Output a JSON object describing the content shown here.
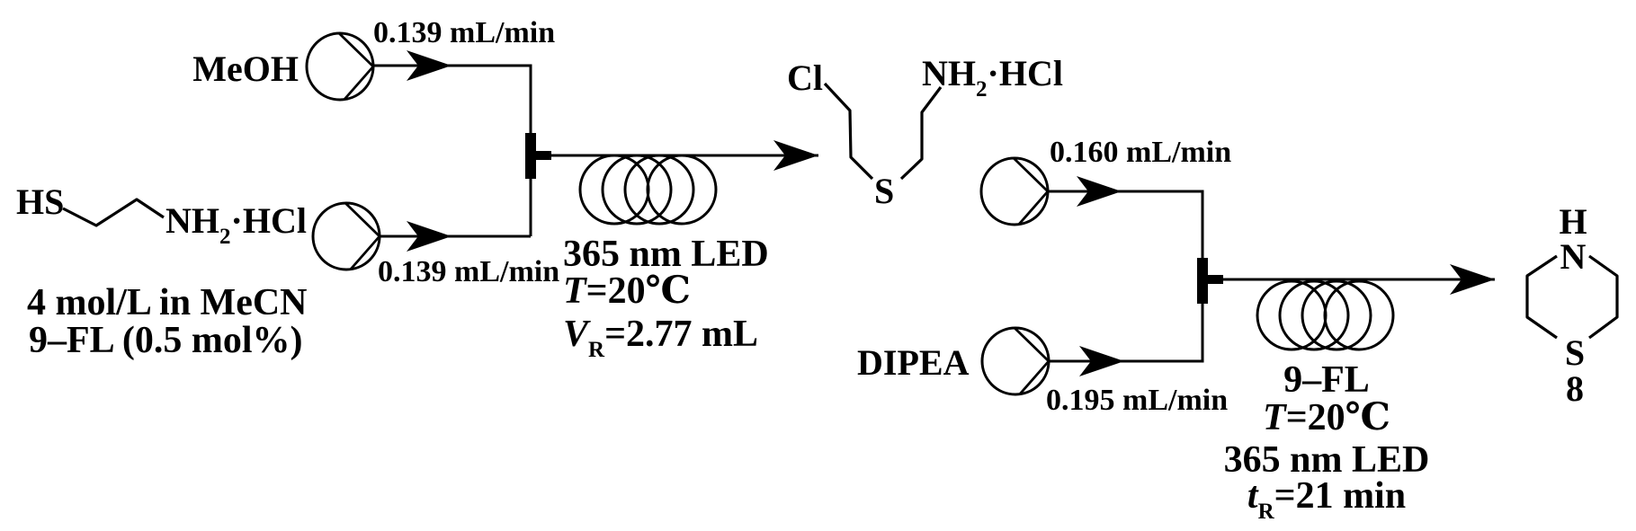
{
  "figure": {
    "type": "continuous-flow-synthesis-scheme",
    "ink_color": "#000000",
    "background_color": "#ffffff"
  },
  "stage1": {
    "feed_top": {
      "label": "MeOH",
      "flow_rate": "0.139 mL/min"
    },
    "feed_bottom": {
      "structure": {
        "thiol_group": "HS",
        "amine_base": "NH",
        "amine_sub": "2",
        "amine_salt": "·HCl"
      },
      "note_line1": "4 mol/L in MeCN",
      "note_line2": "9–FL (0.5 mol%)",
      "flow_rate": "0.139 mL/min"
    },
    "reactor": {
      "led": "365 nm LED",
      "temp_var": "T",
      "temp_rest": "=20℃",
      "volume_var": "V",
      "volume_sub": "R",
      "volume_rest": "=2.77 mL"
    }
  },
  "intermediate": {
    "chloro_group": "Cl",
    "amine_base": "NH",
    "amine_sub": "2",
    "amine_salt": "·HCl",
    "sulfur": "S"
  },
  "stage2": {
    "feed_top": {
      "flow_rate": "0.160 mL/min"
    },
    "feed_bottom": {
      "label": "DIPEA",
      "flow_rate": "0.195 mL/min"
    },
    "reactor": {
      "catalyst": "9–FL",
      "temp_var": "T",
      "temp_rest": "=20℃",
      "led": "365 nm LED",
      "time_var": "t",
      "time_sub": "R",
      "time_rest": "=21 min"
    }
  },
  "product": {
    "nh_hydrogen": "H",
    "nitrogen": "N",
    "sulfur": "S",
    "compound_number": "8"
  }
}
